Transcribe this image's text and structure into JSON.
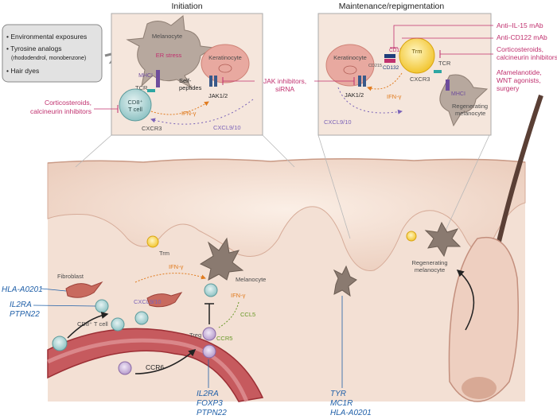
{
  "titles": {
    "initiation": "Initiation",
    "maintenance": "Maintenance/repigmentation"
  },
  "exposures": {
    "items": [
      "• Environmental exposures",
      "• Tyrosine analogs",
      "(rhododendrol, monobenzone)",
      "• Hair dyes"
    ]
  },
  "initiation_panel": {
    "melanocyte": "Melanocyte",
    "er_stress": "ER stress",
    "keratinocyte": "Keratinocyte",
    "mhci": "MHCI",
    "self_peptides_1": "Self-",
    "self_peptides_2": "peptides",
    "tcr": "TCR",
    "cd8_1": "CD8⁺",
    "cd8_2": "T cell",
    "jak": "JAK1/2",
    "ifn": "IFN-γ",
    "cxcr3": "CXCR3",
    "cxcl": "CXCL9/10"
  },
  "maintenance_panel": {
    "keratinocyte": "Keratinocyte",
    "jak": "JAK1/2",
    "cd215": "CD215",
    "cd122": "CD122",
    "cd132": "CD132",
    "trm": "Trm",
    "tcr": "TCR",
    "cxcr3": "CXCR3",
    "mhci": "MHCI",
    "ifn": "IFN-γ",
    "cxcl": "CXCL9/10",
    "regen_1": "Regenerating",
    "regen_2": "melanocyte"
  },
  "drugs": {
    "anti_il15": "Anti–IL-15 mAb",
    "anti_cd122": "Anti-CD122 mAb",
    "cortico_r1": "Corticosteroids,",
    "cortico_r2": "calcineurin inhibitors",
    "afam_1": "Afamelanotide,",
    "afam_2": "WNT agonists,",
    "afam_3": "surgery",
    "jak_1": "JAK inhibitors,",
    "jak_2": "siRNA",
    "cortico_l1": "Corticosteroids,",
    "cortico_l2": "calcineurin inhibitors"
  },
  "skin": {
    "trm": "Trm",
    "fibroblast": "Fibroblast",
    "ifn_1": "IFN-γ",
    "ifn_2": "IFN-γ",
    "melanocyte": "Melanocyte",
    "cxcl": "CXCL9/10",
    "cd8": "CD8⁺ T cell",
    "ccl5": "CCL5",
    "ccr5": "CCR5",
    "treg": "Treg",
    "ccr6": "CCR6",
    "regen_1": "Regenerating",
    "regen_2": "melanocyte"
  },
  "genes": {
    "left_top": "HLA-A0201",
    "left_mid": [
      "IL2RA",
      "PTPN22"
    ],
    "bottom_center": [
      "IL2RA",
      "FOXP3",
      "PTPN22"
    ],
    "bottom_right": [
      "TYR",
      "MC1R",
      "HLA-A0201"
    ]
  },
  "colors": {
    "skin": "#f3dfd3",
    "epidermis": "#ead0c0",
    "drug": "#c0306e",
    "gene": "#1f5fa8",
    "ifn": "#e07b1f",
    "chemokine": "#7b63b8",
    "vessel": "#b8434a"
  }
}
